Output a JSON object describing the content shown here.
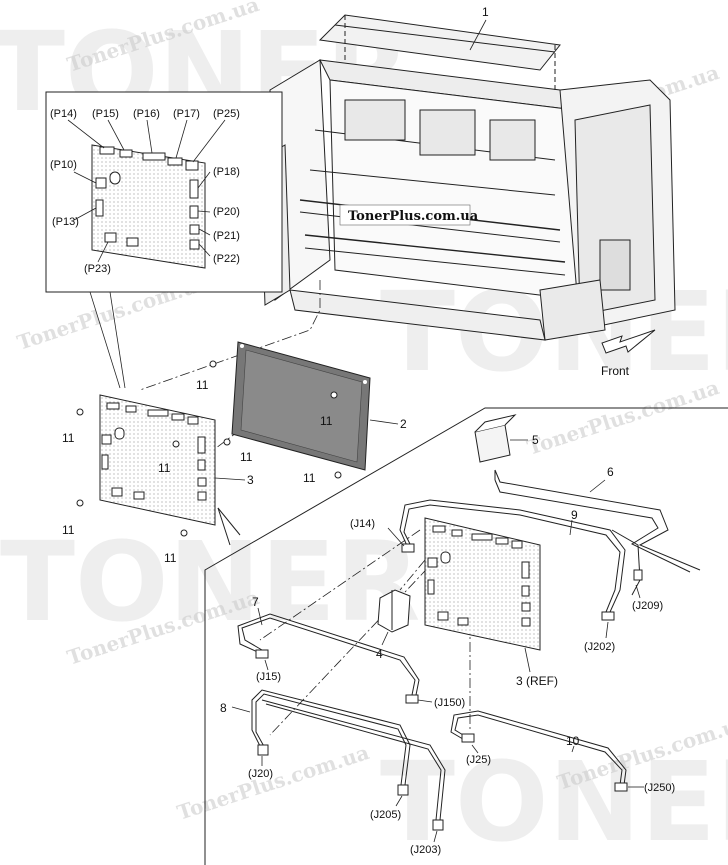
{
  "watermark": {
    "site_text": "TonerPlus.com.ua",
    "big_text": "TONER"
  },
  "banner": {
    "text": "TonerPlus.com.ua"
  },
  "direction": {
    "label": "Front"
  },
  "inset_labels": {
    "p14": "(P14)",
    "p15": "(P15)",
    "p16": "(P16)",
    "p17": "(P17)",
    "p25": "(P25)",
    "p10": "(P10)",
    "p18": "(P18)",
    "p13": "(P13)",
    "p20": "(P20)",
    "p21": "(P21)",
    "p22": "(P22)",
    "p23": "(P23)"
  },
  "callouts": {
    "c1": "1",
    "c2": "2",
    "c3": "3",
    "c3ref": "3 (REF)",
    "c4": "4",
    "c5": "5",
    "c6": "6",
    "c7": "7",
    "c8": "8",
    "c9": "9",
    "c10": "10",
    "c11": "11"
  },
  "connectors": {
    "j14": "(J14)",
    "j209": "(J209)",
    "j202": "(J202)",
    "j15": "(J15)",
    "j150": "(J150)",
    "j20": "(J20)",
    "j205": "(J205)",
    "j203": "(J203)",
    "j25": "(J25)",
    "j250": "(J250)"
  }
}
